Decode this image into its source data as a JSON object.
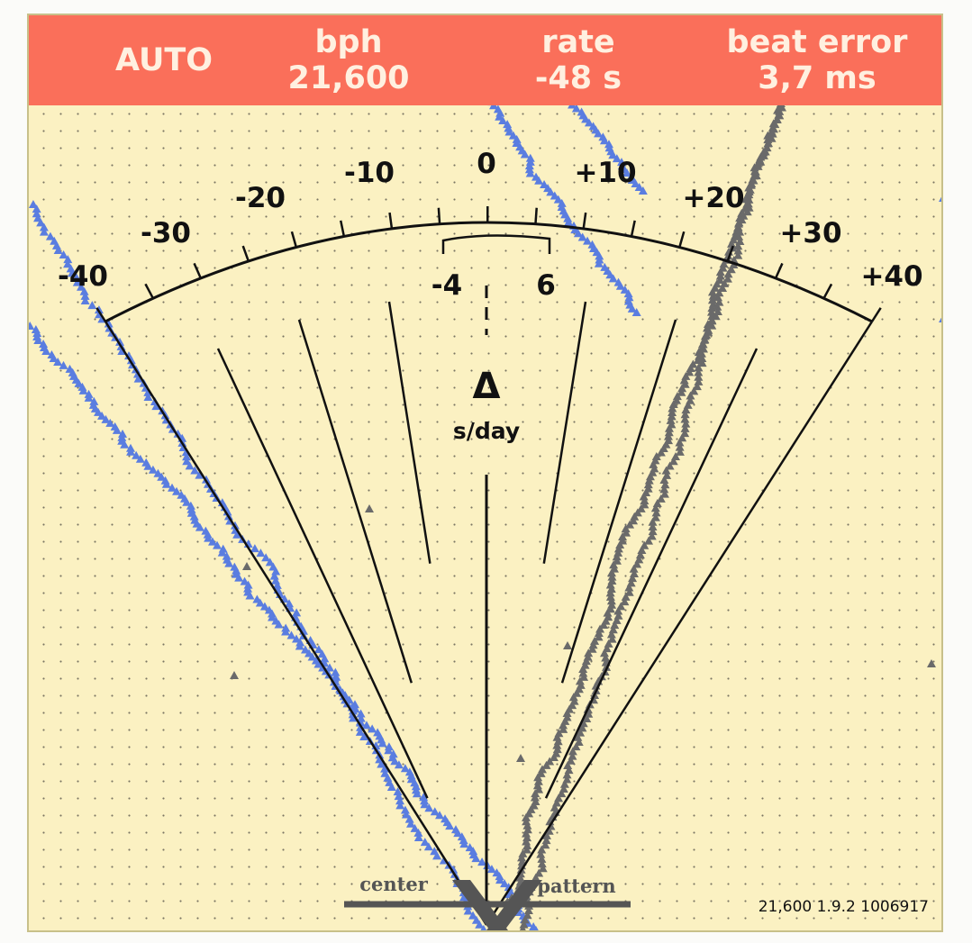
{
  "header": {
    "mode": "AUTO",
    "bph_label": "bph",
    "bph_value": "21,600",
    "rate_label": "rate",
    "rate_value": "-48 s",
    "beat_error_label": "beat error",
    "beat_error_value": "3,7 ms"
  },
  "dial": {
    "scale_labels": [
      "-40",
      "-30",
      "-20",
      "-10",
      "0",
      "+10",
      "+20",
      "+30",
      "+40"
    ],
    "tolerance_min": "-4",
    "tolerance_max": "6",
    "delta_symbol": "Δ",
    "unit": "s/day"
  },
  "footer": {
    "center_label": "center",
    "pattern_label": "pattern",
    "version": "21,600 1.9.2 1006917"
  },
  "colors": {
    "header_bg": "#fa6f5a",
    "paper": "#fbf1c2",
    "trace_blue": "#5a7de0",
    "trace_gray": "#6a6a6a"
  }
}
